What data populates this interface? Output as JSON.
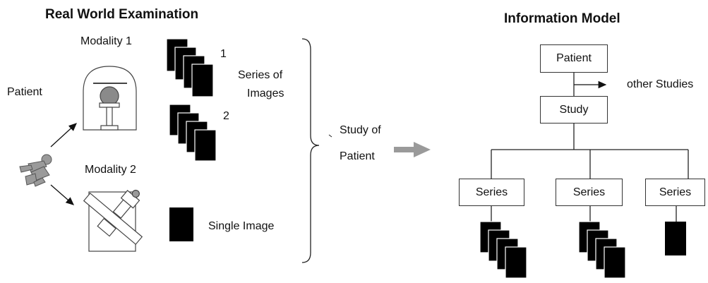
{
  "left": {
    "title": "Real World Examination",
    "patient_label": "Patient",
    "modality1_label": "Modality 1",
    "modality2_label": "Modality 2",
    "series_number_1": "1",
    "series_number_2": "2",
    "series_label_line1": "Series of",
    "series_label_line2": "Images",
    "single_image_label": "Single Image",
    "study_label_line1": "Study of",
    "study_label_line2": "Patient"
  },
  "right": {
    "title": "Information Model",
    "patient_box": "Patient",
    "other_studies": "other Studies",
    "study_box": "Study",
    "series_boxes": [
      "Series",
      "Series",
      "Series"
    ]
  }
}
